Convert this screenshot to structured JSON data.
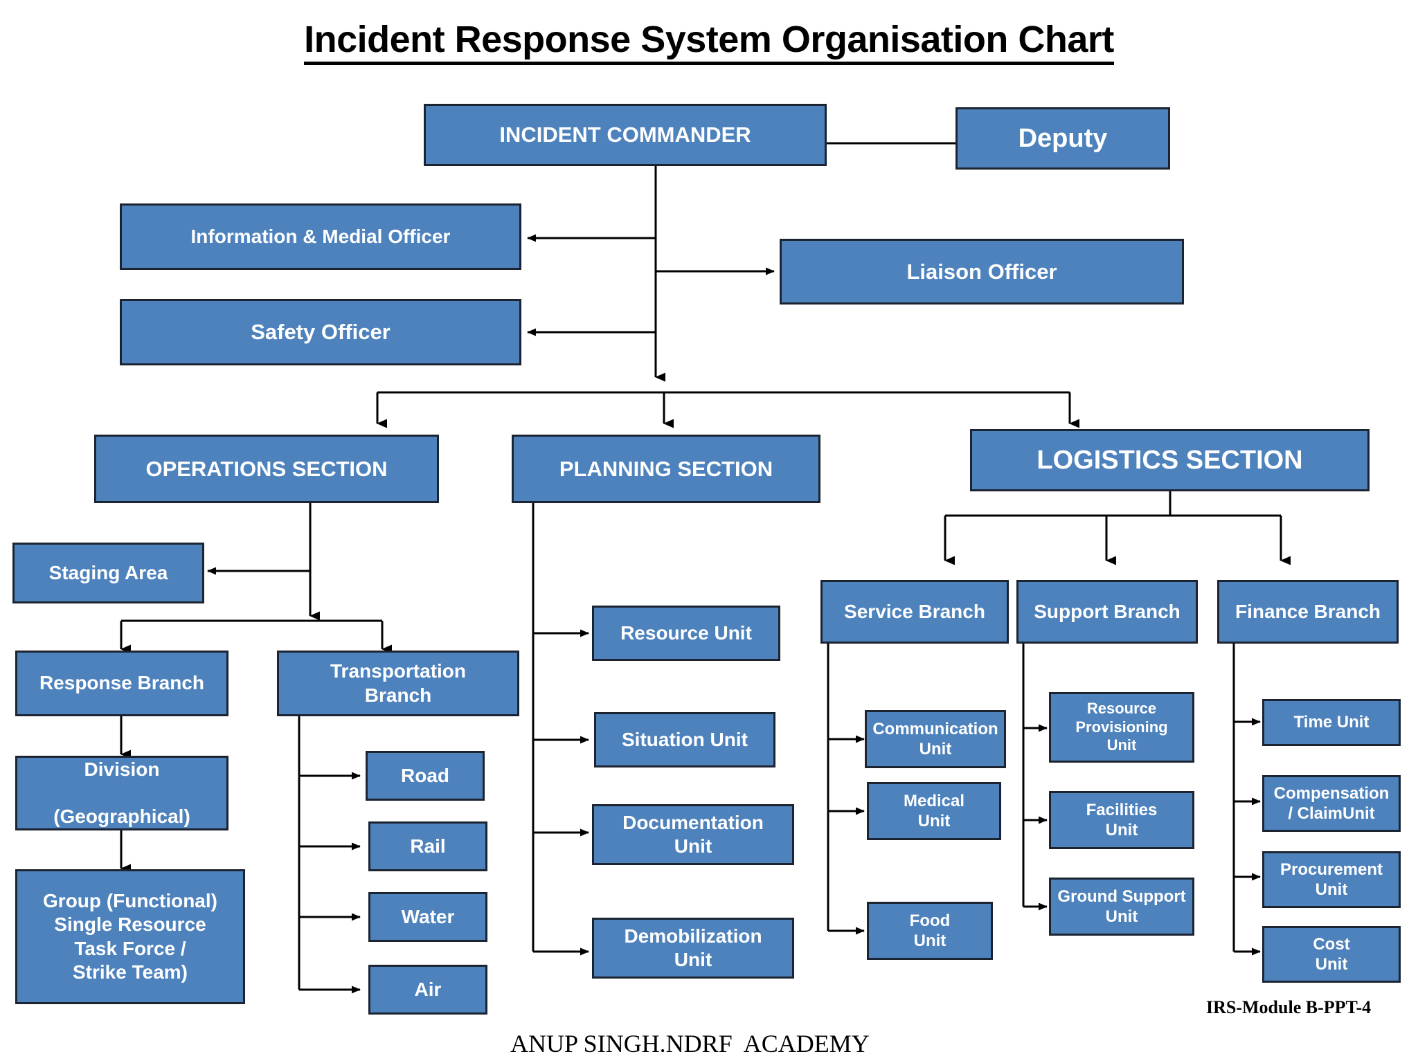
{
  "title": "Incident Response System Organisation Chart",
  "colors": {
    "node_fill": "#4d82bd",
    "node_border": "#1b2430",
    "node_text": "#ffffff",
    "connector": "#000000",
    "background": "#ffffff",
    "title_text": "#000000"
  },
  "nodes": {
    "incident_commander": "INCIDENT COMMANDER",
    "deputy": "Deputy",
    "information_media_officer": "Information & Medial Officer",
    "liaison_officer": "Liaison Officer",
    "safety_officer": "Safety Officer",
    "operations_section": "OPERATIONS SECTION",
    "planning_section": "PLANNING SECTION",
    "logistics_section": "LOGISTICS SECTION",
    "staging_area": "Staging Area",
    "response_branch": "Response Branch",
    "transportation_branch": "Transportation\nBranch",
    "division_geographical": "Division\n\n(Geographical)",
    "group_functional": "Group (Functional)\nSingle Resource\nTask Force /\nStrike Team)",
    "road": "Road",
    "rail": "Rail",
    "water": "Water",
    "air": "Air",
    "resource_unit": "Resource Unit",
    "situation_unit": "Situation Unit",
    "documentation_unit": "Documentation\nUnit",
    "demobilization_unit": "Demobilization\nUnit",
    "service_branch": "Service Branch",
    "support_branch": "Support Branch",
    "finance_branch": "Finance Branch",
    "communication_unit": "Communication\nUnit",
    "medical_unit": "Medical\nUnit",
    "food_unit": "Food\nUnit",
    "resource_provisioning_unit": "Resource\nProvisioning\nUnit",
    "facilities_unit": "Facilities\nUnit",
    "ground_support_unit": "Ground Support\nUnit",
    "time_unit": "Time Unit",
    "compensation_claim_unit": "Compensation\n/ ClaimUnit",
    "procurement_unit": "Procurement\nUnit",
    "cost_unit": "Cost\nUnit"
  },
  "footer": {
    "module_label": "IRS-Module B-PPT-4",
    "author_label": "ANUP SINGH.NDRF  ACADEMY"
  }
}
